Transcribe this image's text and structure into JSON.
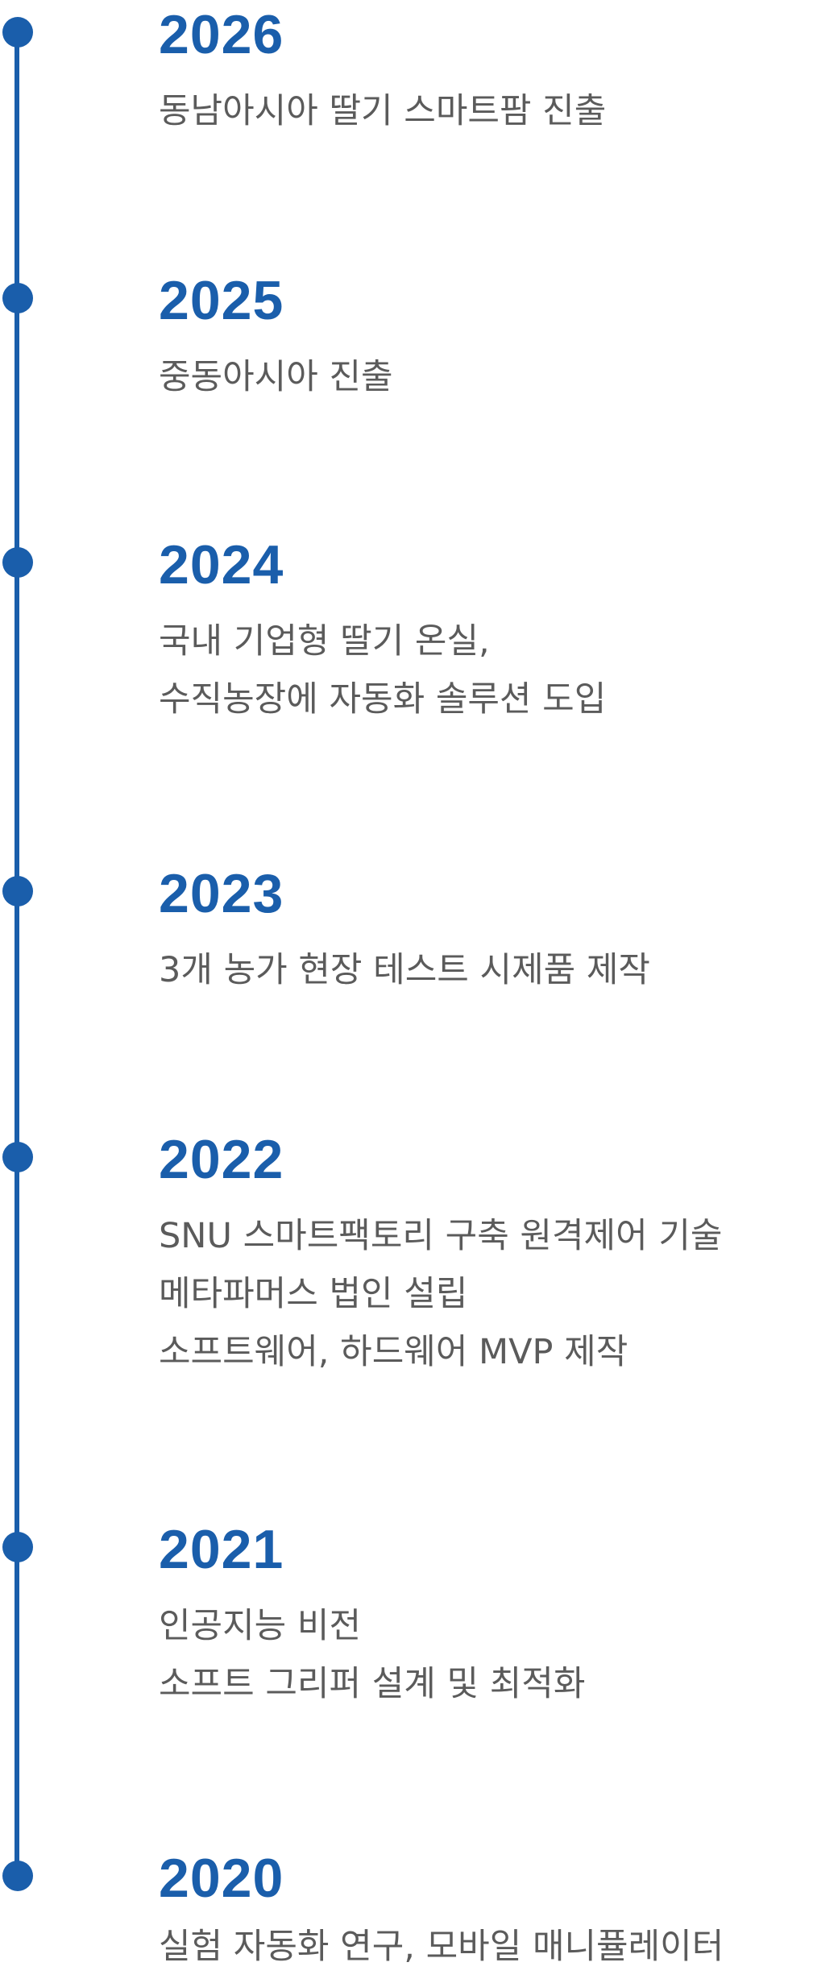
{
  "accent_color": "#1a5eab",
  "text_color": "#5b5b5b",
  "timeline": [
    {
      "year": "2026",
      "lines": [
        "동남아시아 딸기 스마트팜 진출"
      ]
    },
    {
      "year": "2025",
      "lines": [
        "중동아시아 진출"
      ]
    },
    {
      "year": "2024",
      "lines": [
        "국내 기업형 딸기 온실,",
        "수직농장에 자동화 솔루션 도입"
      ]
    },
    {
      "year": "2023",
      "lines": [
        "3개 농가 현장 테스트 시제품 제작"
      ]
    },
    {
      "year": "2022",
      "lines": [
        "SNU 스마트팩토리 구축 원격제어 기술",
        "메타파머스 법인 설립",
        "소프트웨어, 하드웨어 MVP 제작"
      ]
    },
    {
      "year": "2021",
      "lines": [
        "인공지능 비전",
        "소프트 그리퍼 설계 및 최적화"
      ]
    },
    {
      "year": "2020",
      "lines": [
        "실험 자동화 연구, 모바일 매니퓰레이터"
      ]
    }
  ]
}
